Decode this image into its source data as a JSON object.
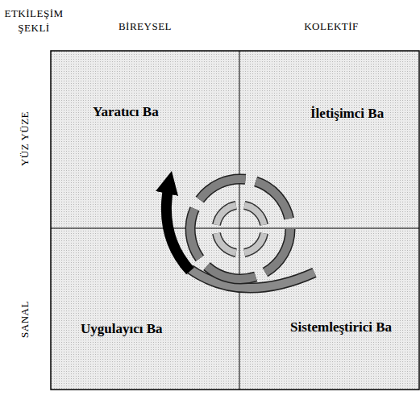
{
  "diagram": {
    "nodes": [
      {
        "text": [
          "Yaratıcı Ba"
        ]
      },
      {
        "text": [
          "İletişimci Ba"
        ]
      },
      {
        "text": [
          "Uygulayıcı Ba"
        ]
      },
      {
        "text": [
          "Sistemleştirici Ba"
        ]
      }
    ],
    "labels": [
      "ETKİLEŞİM ŞEKLİ",
      "BİREYSEL",
      "KOLEKTİF",
      "YÜZ YÜZE",
      "SANAL"
    ]
  }
}
